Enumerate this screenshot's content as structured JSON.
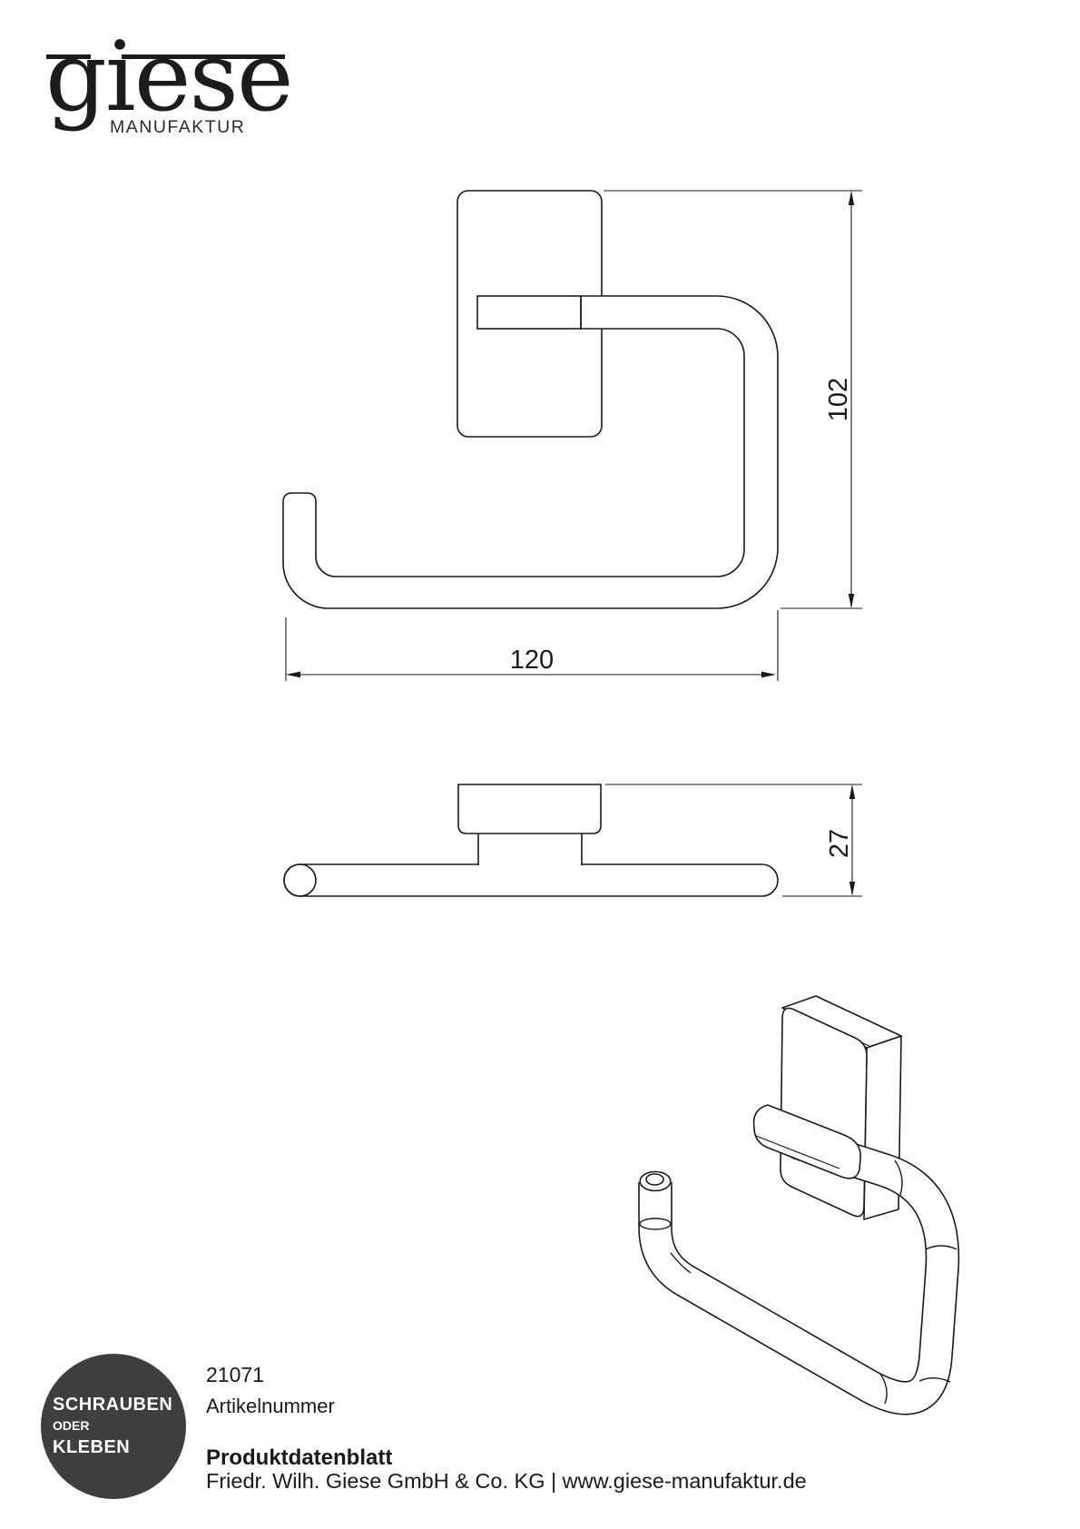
{
  "logo": {
    "brand": "giese",
    "subtitle": "MANUFAKTUR"
  },
  "drawing": {
    "front_view": {
      "height_label": "102",
      "width_label": "120"
    },
    "top_view": {
      "depth_label": "27"
    }
  },
  "badge": {
    "line1": "SCHRAUBEN",
    "line2": "ODER",
    "line3": "KLEBEN",
    "color": "#3e3e40"
  },
  "footer": {
    "article_number": "21071",
    "article_number_label": "Artikelnummer",
    "doc_title": "Produktdatenblatt",
    "company_line": "Friedr. Wilh. Giese GmbH & Co. KG | www.giese-manufaktur.de"
  }
}
